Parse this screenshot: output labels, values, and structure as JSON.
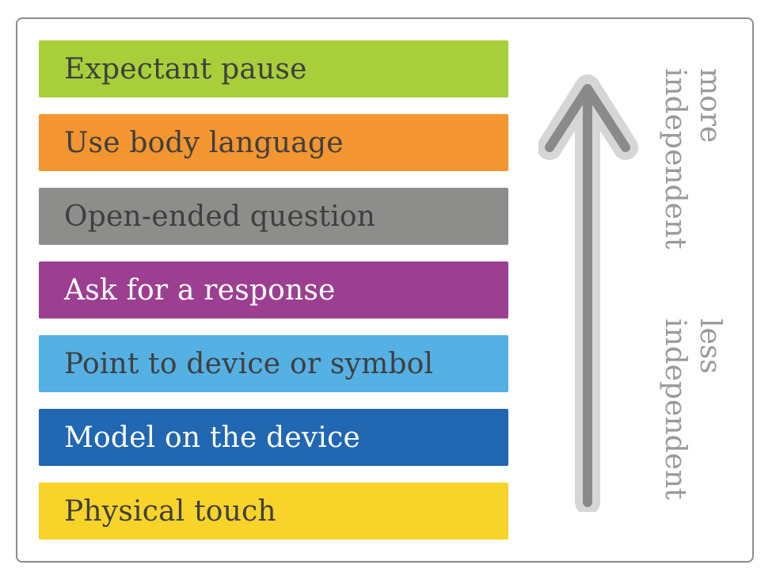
{
  "levels": [
    {
      "label": "Expectant pause",
      "color": "#a8cf3a",
      "text_color": "#3f3f3f"
    },
    {
      "label": "Use body language",
      "color": "#f39530",
      "text_color": "#3f3f3f"
    },
    {
      "label": "Open-ended question",
      "color": "#8d8d8b",
      "text_color": "#3f3f3f"
    },
    {
      "label": "Ask for a response",
      "color": "#9c3f91",
      "text_color": "#ffffff"
    },
    {
      "label": "Point to device or symbol",
      "color": "#55b0e4",
      "text_color": "#3f3f3f"
    },
    {
      "label": "Model on the device",
      "color": "#2167b1",
      "text_color": "#ffffff"
    },
    {
      "label": "Physical touch",
      "color": "#f8d32a",
      "text_color": "#3f3f3f"
    }
  ],
  "scale": {
    "top_label": {
      "line1": "more",
      "line2": "independent"
    },
    "bottom_label": {
      "line1": "less",
      "line2": "independent"
    },
    "arrow_color": "#8a8a8a",
    "arrow_halo_color": "#d6d6d6"
  }
}
